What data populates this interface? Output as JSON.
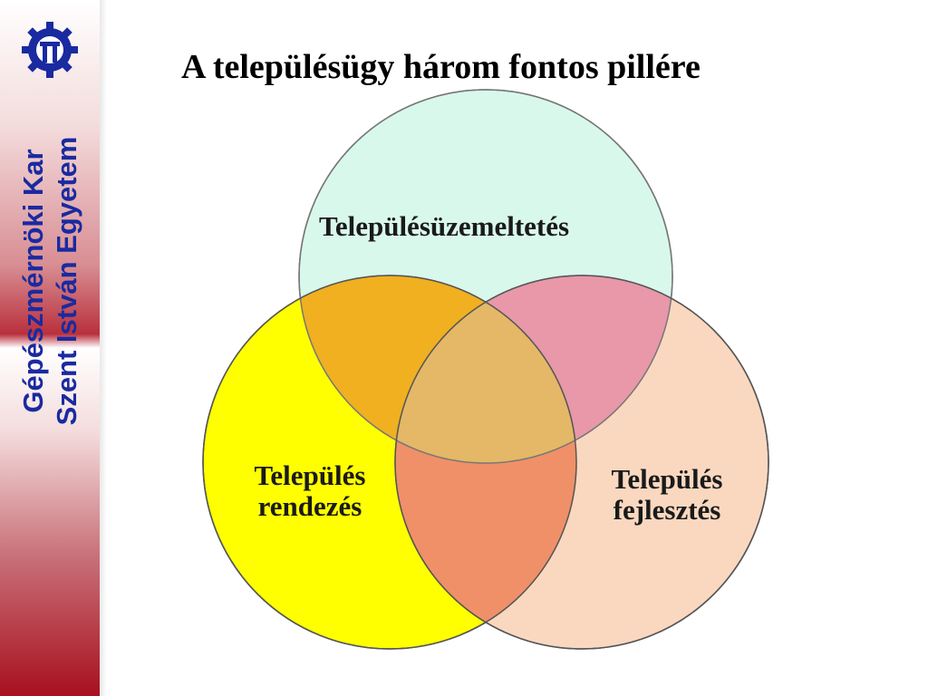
{
  "sidebar": {
    "university": "Szent István Egyetem",
    "faculty": "Gépészmérnöki Kar",
    "logo_icon": "gear-logo-icon",
    "text_color": "#1a2aa0"
  },
  "title": "A településügy három fontos pillére",
  "diagram": {
    "type": "venn-3",
    "circles": [
      {
        "label": "Településüzemeltetés",
        "color": "#d9f8ec"
      },
      {
        "label_lines": [
          "Település",
          "rendezés"
        ],
        "color": "#ffff00"
      },
      {
        "label_lines": [
          "Település",
          "fejlesztés"
        ],
        "color": "#fad8c0"
      }
    ],
    "overlap_colors": {
      "top_left": "#f0b020",
      "top_right": "#e898a8",
      "bottom": "#f09068",
      "center": "#e4b866"
    }
  }
}
